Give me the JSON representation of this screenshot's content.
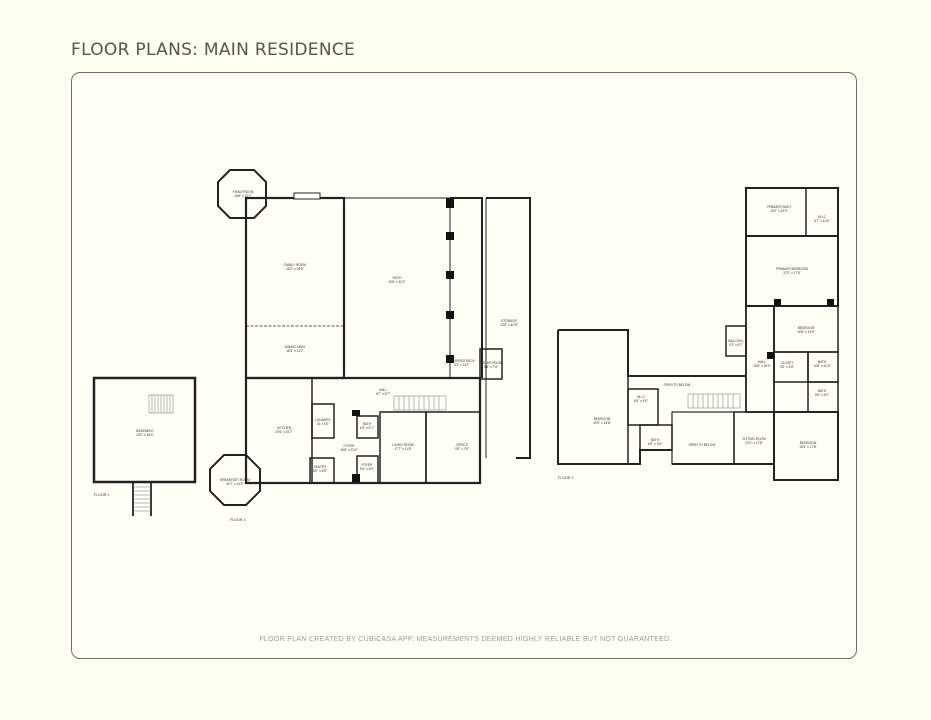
{
  "title": "FLOOR PLANS: MAIN RESIDENCE",
  "footnote": "FLOOR PLAN CREATED BY CUBICASA APP. MEASUREMENTS DEEMED HIGHLY RELIABLE BUT NOT GUARANTEED.",
  "colors": {
    "background": "#fefdf0",
    "frame_border": "#6d6d6d",
    "walls": "#222222"
  },
  "floors": [
    {
      "label": "FLOOR 1",
      "rooms": [
        {
          "name": "BASEMENT",
          "size": "20'0\" x 26'0\""
        }
      ]
    },
    {
      "label": "FLOOR 2",
      "rooms": [
        {
          "name": "PIANO ROOM",
          "size": "16'8\" x 10'7\""
        },
        {
          "name": "FAMILY ROOM",
          "size": "18'2\" x 26'8\""
        },
        {
          "name": "DINING AREA",
          "size": "18'3\" x 13'7\""
        },
        {
          "name": "PATIO",
          "size": "26'6\" x 40'2\""
        },
        {
          "name": "STORAGE",
          "size": "13'8\" x 40'8\""
        },
        {
          "name": "COVERED DECK",
          "size": "6'2\" x 16'7\""
        },
        {
          "name": "BOILER ROOM",
          "size": "5'8\" x 7'8\""
        },
        {
          "name": "HALL",
          "size": "6'7\" x 5'7\""
        },
        {
          "name": "KITCHEN",
          "size": "20'5\" x 16'7\""
        },
        {
          "name": "LAUNDRY",
          "size": "10' x 6'0\""
        },
        {
          "name": "BATH",
          "size": "6'3\" x 6'7\""
        },
        {
          "name": "FOYER",
          "size": "16'6\" x 3'10\""
        },
        {
          "name": "LIVING ROOM",
          "size": "17'7\" x 11'8\""
        },
        {
          "name": "OFFICE",
          "size": "9'8\" x 7'8\""
        },
        {
          "name": "PANTRY",
          "size": "6'0\" x 3'8\""
        },
        {
          "name": "FOYER",
          "size": "5'4\" x 5'0\""
        },
        {
          "name": "BREAKFAST ROOM",
          "size": "10'7\" x 10'5\""
        }
      ]
    },
    {
      "label": "FLOOR 3",
      "rooms": [
        {
          "name": "PRIMARY BATH",
          "size": "10'2\" x 13'0\""
        },
        {
          "name": "W.I.C",
          "size": "5'7\" x 6'10\""
        },
        {
          "name": "PRIMARY BEDROOM",
          "size": "22'2\" x 17'8\""
        },
        {
          "name": "BEDROOM",
          "size": "16'8\" x 15'0\""
        },
        {
          "name": "BALCONY",
          "size": "6'1\" x 6'7\""
        },
        {
          "name": "HALL",
          "size": "26'6\" x 26'0\""
        },
        {
          "name": "CLOSET",
          "size": "3'5\" x 5'8\""
        },
        {
          "name": "BATH",
          "size": "10'8\" x 6'10\""
        },
        {
          "name": "BATH",
          "size": "5'8\" x 6'0\""
        },
        {
          "name": "BEDROOM",
          "size": "20'0\" x 18'8\""
        },
        {
          "name": "W.I.C",
          "size": "6'6\" x 5'6\""
        },
        {
          "name": "BATH",
          "size": "6'5\" x 3'6\""
        },
        {
          "name": "OPEN TO BELOW",
          "size": ""
        },
        {
          "name": "OPEN TO BELOW",
          "size": ""
        },
        {
          "name": "SITTING ROOM",
          "size": "20'1\" x 17'8\""
        },
        {
          "name": "BEDROOM",
          "size": "15'3\" x 17'8\""
        }
      ]
    }
  ]
}
